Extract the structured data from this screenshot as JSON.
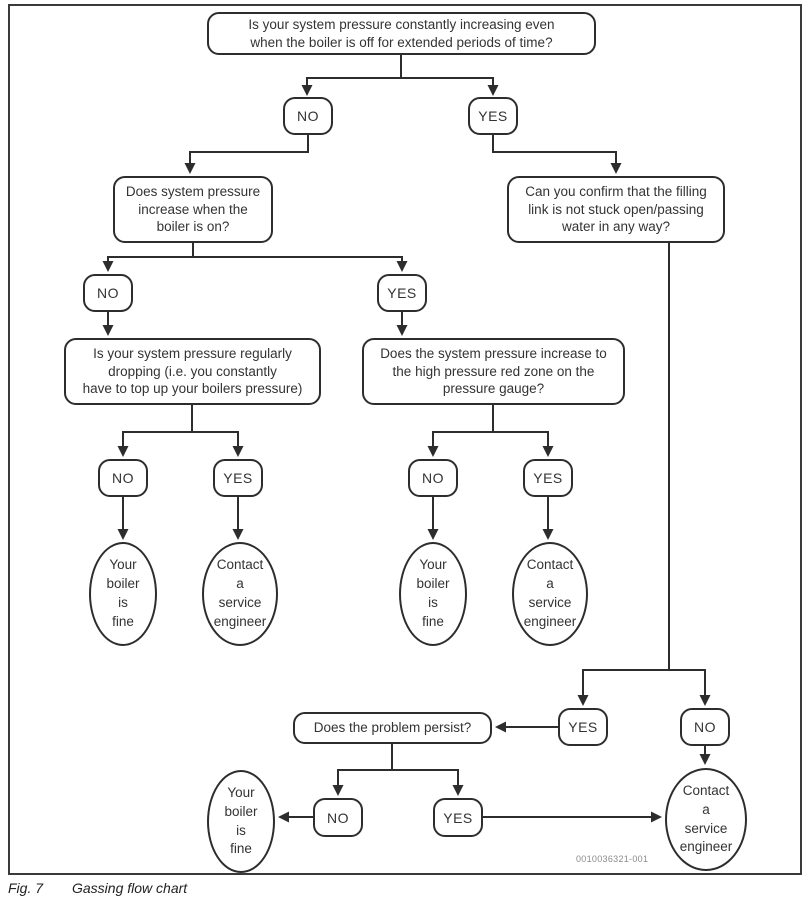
{
  "colors": {
    "line": "#2e2c2d",
    "text": "#333333",
    "code_text": "#8b8b8b"
  },
  "flowchart": {
    "nodes": {
      "q1": "Is your system pressure constantly increasing even\nwhen the boiler is off for extended periods of time?",
      "no1": "NO",
      "yes1": "YES",
      "q2a": "Does system pressure\nincrease when the\nboiler is on?",
      "q2b": "Can you confirm that the filling\nlink is not stuck open/passing\nwater in any way?",
      "no2": "NO",
      "yes2": "YES",
      "q3a": "Is your system pressure regularly\ndropping (i.e. you constantly\nhave to top up your boilers pressure)",
      "q3b": "Does the system pressure increase to\nthe high pressure red zone on the\npressure gauge?",
      "no3a": "NO",
      "yes3a": "YES",
      "no3b": "NO",
      "yes3b": "YES",
      "e1": "Your\nboiler\nis\nfine",
      "e2": "Contact\na\nservice\nengineer",
      "e3": "Your\nboiler\nis\nfine",
      "e4": "Contact\na\nservice\nengineer",
      "yes4": "YES",
      "no4": "NO",
      "q4": "Does the problem persist?",
      "no5": "NO",
      "yes5": "YES",
      "e5": "Your\nboiler\nis\nfine",
      "e6": "Contact\na\nservice\nengineer"
    },
    "code": "0010036321-001",
    "caption": {
      "fig": "Fig. 7",
      "title": "Gassing flow chart"
    }
  }
}
